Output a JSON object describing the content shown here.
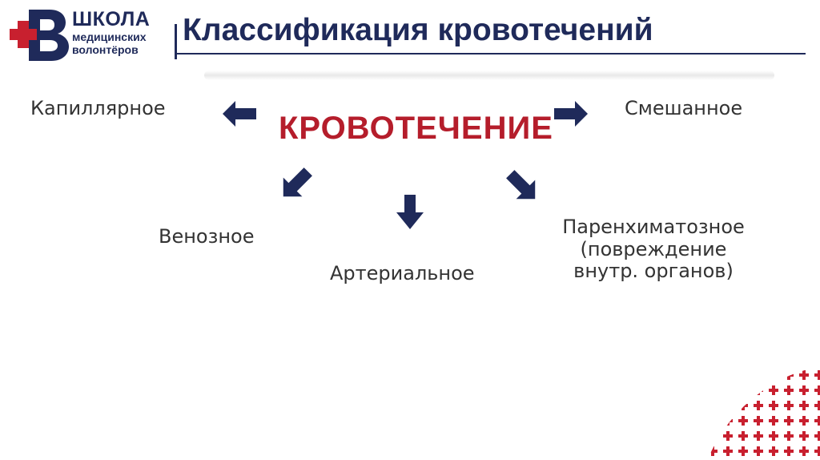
{
  "logo": {
    "letter": "В",
    "line1": "ШКОЛА",
    "line2": "медицинских",
    "line3": "волонтёров"
  },
  "title": "Классификация кровотечений",
  "center": "КРОВОТЕЧЕНИЕ",
  "types": {
    "capillary": "Капиллярное",
    "mixed": "Смешанное",
    "venous": "Венозное",
    "arterial": "Артериальное",
    "parenchymal": {
      "line1": "Паренхиматозное",
      "line2": "(повреждение",
      "line3": "внутр. органов)"
    }
  },
  "colors": {
    "navy": "#1f2a5a",
    "red": "#b51d2b",
    "text": "#333333"
  },
  "icons": {
    "arrow": "arrow-icon",
    "cross": "cross-icon"
  }
}
